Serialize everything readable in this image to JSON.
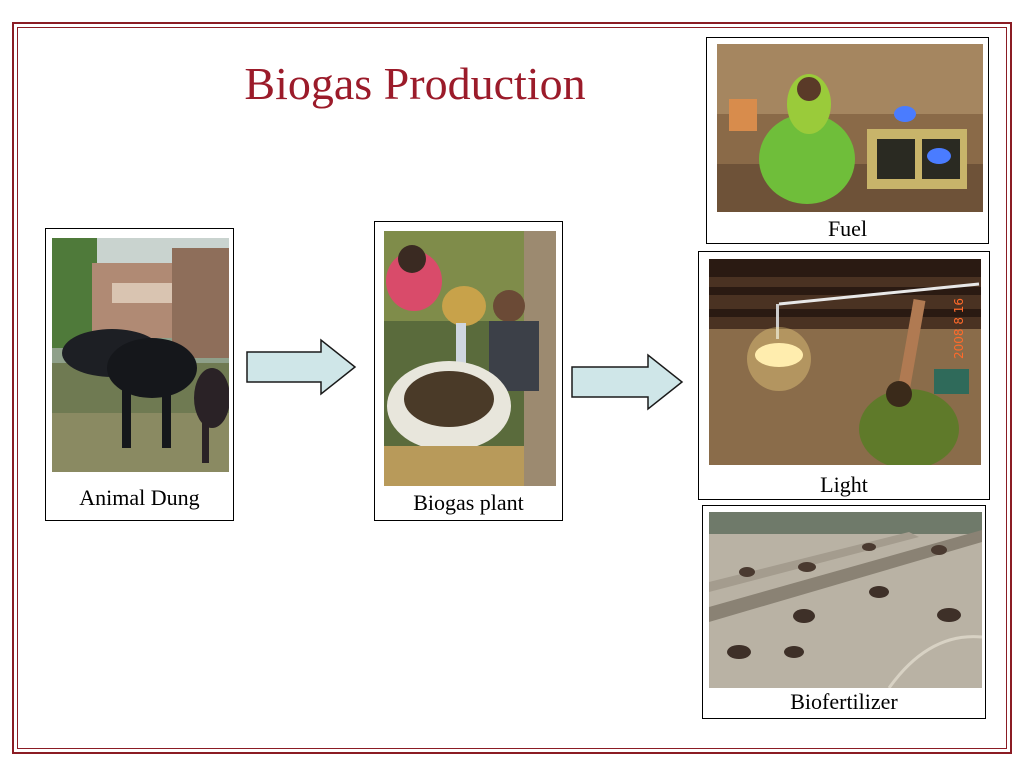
{
  "title": "Biogas Production",
  "cards": {
    "animal_dung": {
      "caption": "Animal Dung"
    },
    "biogas_plant": {
      "caption": "Biogas plant"
    },
    "fuel": {
      "caption": "Fuel"
    },
    "light": {
      "caption": "Light"
    },
    "biofertilizer": {
      "caption": "Biofertilizer"
    }
  },
  "photo_stamp": "2008 8 16",
  "colors": {
    "frame": "#8b1c24",
    "title": "#9b1b2a",
    "arrow_fill": "#cfe6e8",
    "arrow_stroke": "#1a1a1a"
  }
}
